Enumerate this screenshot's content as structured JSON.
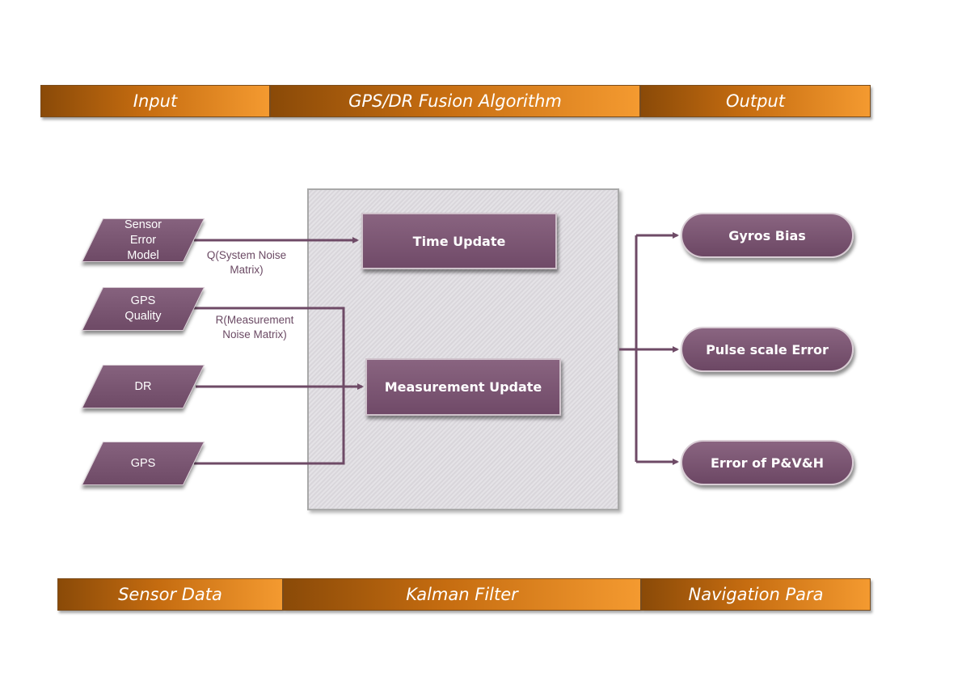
{
  "top_bar": {
    "input": "Input",
    "algorithm": "GPS/DR Fusion Algorithm",
    "output": "Output"
  },
  "bottom_bar": {
    "sensor_data": "Sensor Data",
    "kalman_filter": "Kalman Filter",
    "navigation_para": "Navigation Para"
  },
  "inputs": {
    "sensor_error_model": [
      "Sensor",
      "Error",
      "Model"
    ],
    "gps_quality": [
      "GPS",
      "Quality"
    ],
    "dr": "DR",
    "gps": "GPS"
  },
  "filter": {
    "time_update": "Time Update",
    "measurement_update": "Measurement Update"
  },
  "labels": {
    "q": [
      "Q(System Noise",
      "Matrix)"
    ],
    "r": [
      "R(Measurement",
      "Noise Matrix)"
    ]
  },
  "outputs": {
    "gyros_bias": "Gyros Bias",
    "pulse_scale_error": "Pulse scale Error",
    "error_pve": "Error of P&V&H"
  },
  "colors": {
    "bar_dark": "#8a4a08",
    "bar_light": "#f49a30",
    "node": "#7a5672",
    "line": "#6e4a66",
    "panel": "#dedbe0"
  }
}
